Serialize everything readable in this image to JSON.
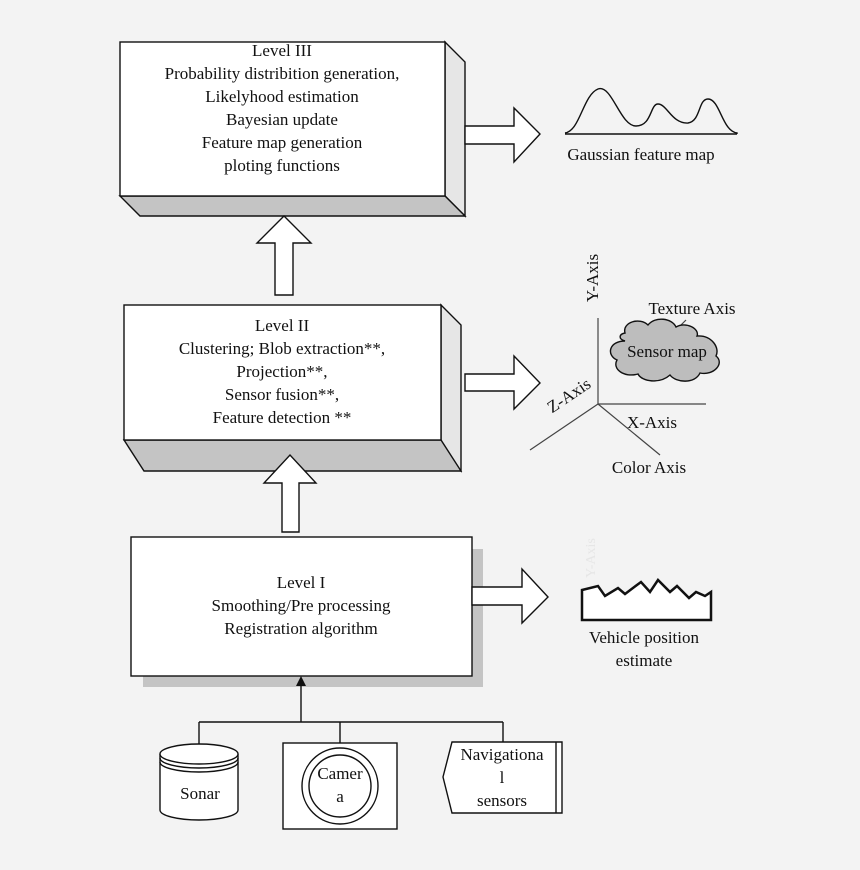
{
  "level3": {
    "lines": [
      "Level III",
      "Probability distribition generation,",
      "Likelyhood estimation",
      "Bayesian update",
      "Feature map generation",
      "ploting functions"
    ]
  },
  "level2": {
    "lines": [
      "Level II",
      "Clustering; Blob extraction**,",
      "Projection**,",
      "Sensor fusion**,",
      "Feature detection **"
    ]
  },
  "level1": {
    "lines": [
      "Level I",
      "Smoothing/Pre processing",
      "Registration algorithm"
    ]
  },
  "gaussian": {
    "label": "Gaussian feature map"
  },
  "sensor_map": {
    "blob_label": "Sensor map",
    "y_axis": "Y-Axis",
    "z_axis": "Z-Axis",
    "x_axis": "X-Axis",
    "texture_axis": "Texture Axis",
    "color_axis": "Color Axis"
  },
  "vehicle": {
    "lines": [
      "Vehicle position",
      "estimate"
    ],
    "faint_label": "Y-Axis"
  },
  "sensors": {
    "sonar": "Sonar",
    "camera_lines": [
      "Camer",
      "a"
    ],
    "nav_lines": [
      "Navigationa",
      "l",
      "sensors"
    ]
  }
}
